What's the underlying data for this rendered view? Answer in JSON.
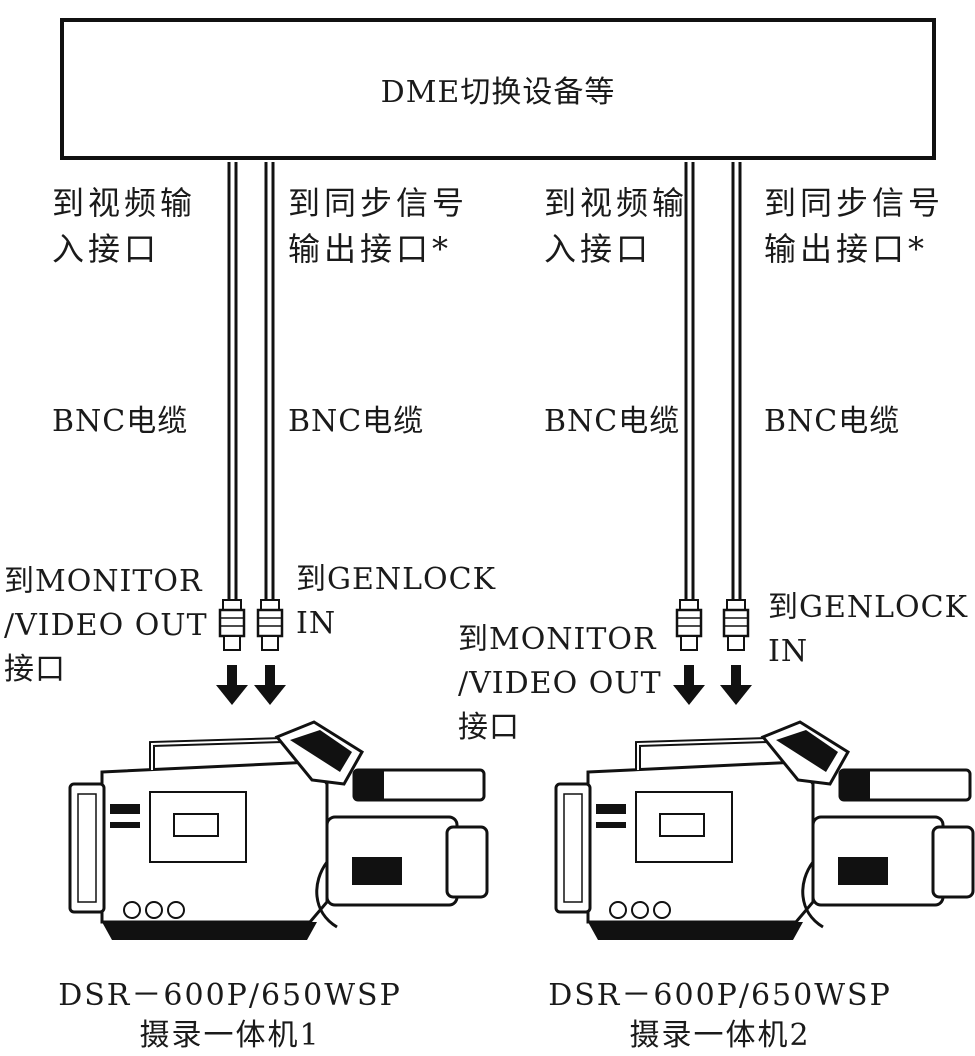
{
  "device_box": {
    "label": "DME切换设备等"
  },
  "channels": [
    {
      "video_input_label": "到视频输\n入接口",
      "sync_output_label": "到同步信号\n输出接口*",
      "cable_video_label": "BNC电缆",
      "cable_sync_label": "BNC电缆",
      "monitor_port_label": "到MONITOR\n/VIDEO OUT\n接口",
      "genlock_port_label": "到GENLOCK\nIN",
      "camera_caption": "DSR－600P/650WSP\n摄录一体机1"
    },
    {
      "video_input_label": "到视频输\n入接口",
      "sync_output_label": "到同步信号\n输出接口*",
      "cable_video_label": "BNC电缆",
      "cable_sync_label": "BNC电缆",
      "monitor_port_label": "到MONITOR\n/VIDEO OUT\n接口",
      "genlock_port_label": "到GENLOCK\nIN",
      "camera_caption": "DSR－600P/650WSP\n摄录一体机2"
    }
  ]
}
